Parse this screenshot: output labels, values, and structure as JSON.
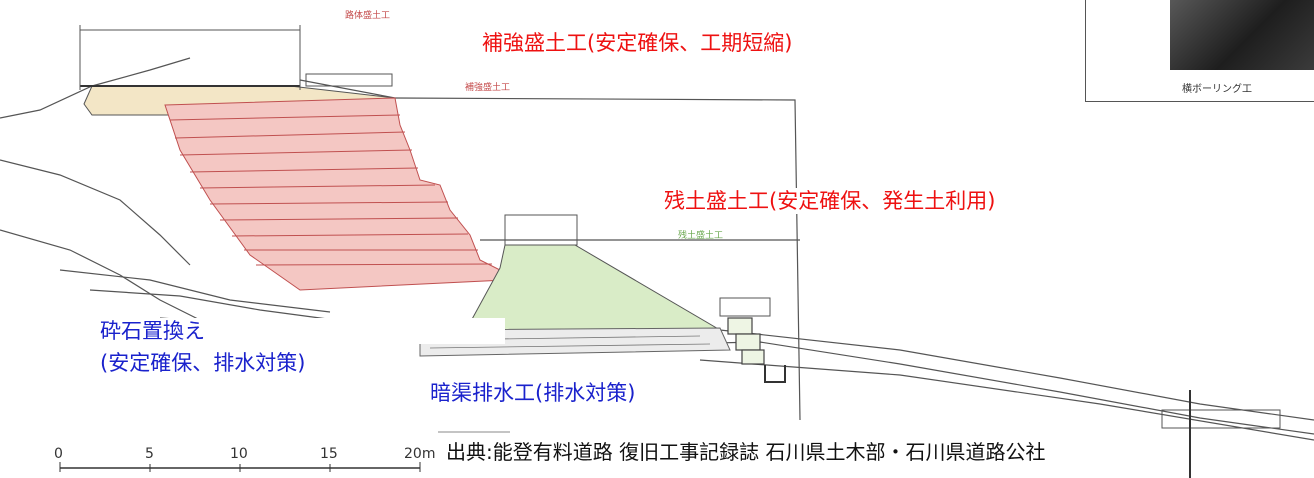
{
  "labels": {
    "reinforced_fill": "補強盛土工(安定確保、工期短縮)",
    "surplus_soil_fill": "残土盛土工(安定確保、発生土利用)",
    "crushed_stone_line1": "砕石置換え",
    "crushed_stone_line2": "(安定確保、排水対策)",
    "underdrain": "暗渠排水工(排水対策)",
    "source": "出典:能登有料道路 復旧工事記録誌 石川県土木部・石川県道路公社"
  },
  "drawing_annotations": {
    "road_body_fill": "路体盛土工",
    "reinforced_fill_small": "補強盛土工",
    "surplus_fill_small": "残土盛土工"
  },
  "scale_bar": {
    "ticks": [
      "0",
      "5",
      "10",
      "15",
      "20m"
    ]
  },
  "legend": {
    "horizontal_boring": "横ボーリング工"
  },
  "colors": {
    "reinforced_fill_fill": "#f4c7c3",
    "surplus_fill_fill": "#d9ecc7",
    "road_top_fill": "#f3e6c6",
    "red_label": "#ee1111",
    "blue_label": "#1a22cc"
  }
}
